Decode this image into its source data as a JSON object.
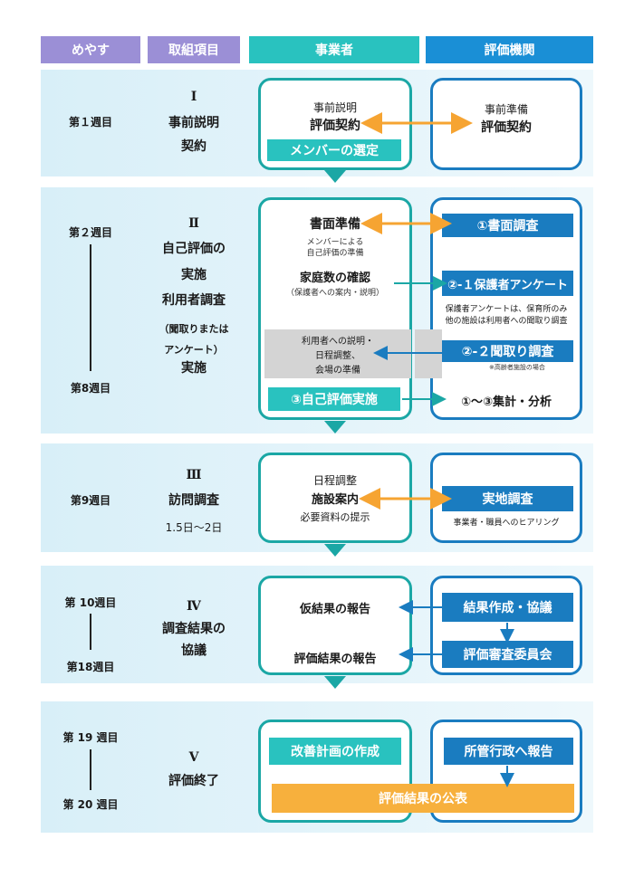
{
  "header": {
    "col_guide": "めやす",
    "col_item": "取組項目",
    "col_provider": "事業者",
    "col_evaluator": "評価機関"
  },
  "phase1": {
    "week": "第１週目",
    "numeral": "Ⅰ",
    "item_line1": "事前説明",
    "item_line2": "契約",
    "provider_line1": "事前説明",
    "provider_line2": "評価契約",
    "provider_tag": "メンバーの選定",
    "evaluator_line1": "事前準備",
    "evaluator_line2": "評価契約"
  },
  "phase2": {
    "week_start": "第２週目",
    "week_end": "第8週目",
    "numeral": "Ⅱ",
    "item_line1": "自己評価の",
    "item_line2": "実施",
    "item_line3": "利用者調査",
    "item_note1": "（聞取りまたは",
    "item_note2": "アンケート）",
    "item_line4": "実施",
    "doc_prep": "書面準備",
    "doc_prep_sub1": "メンバーによる",
    "doc_prep_sub2": "自己評価の準備",
    "household": "家庭数の確認",
    "household_sub": "（保護者への案内・説明）",
    "user_explain1": "利用者への説明・",
    "user_explain2": "日程調整、",
    "user_explain3": "会場の準備",
    "self_eval": "③自己評価実施",
    "doc_survey": "①書面調査",
    "guardian_survey": "②‐１保護者アンケート",
    "guardian_note1": "保護者アンケートは、保育所のみ",
    "guardian_note2": "他の施設は利用者への聞取り調査",
    "interview": "②‐２聞取り調査",
    "interview_note": "※高齢者施設の場合",
    "aggregate": "①〜③集計・分析"
  },
  "phase3": {
    "week": "第9週目",
    "numeral": "Ⅲ",
    "item_line1": "訪問調査",
    "item_line2": "1.5日〜2日",
    "provider_line1": "日程調整",
    "provider_line2": "施設案内",
    "provider_line3": "必要資料の提示",
    "onsite": "実地調査",
    "onsite_note": "事業者・職員へのヒアリング"
  },
  "phase4": {
    "week_start": "第 10週目",
    "week_end": "第18週目",
    "numeral": "Ⅳ",
    "item_line1": "調査結果の",
    "item_line2": "協議",
    "provisional_report": "仮結果の報告",
    "result_report": "評価結果の報告",
    "draft_result": "結果作成・協議",
    "committee": "評価審査委員会"
  },
  "phase5": {
    "week_start": "第 19 週目",
    "week_end": "第 20 週目",
    "numeral": "Ⅴ",
    "item_line1": "評価終了",
    "improvement": "改善計画の作成",
    "report_admin": "所管行政へ報告",
    "publish": "評価結果の公表"
  },
  "colors": {
    "header_purple": "#9b8fd6",
    "provider_teal": "#29c2bf",
    "evaluator_blue": "#1a7cc0",
    "arrow_orange": "#f6a432",
    "band_light_blue": "#d8eff8"
  }
}
